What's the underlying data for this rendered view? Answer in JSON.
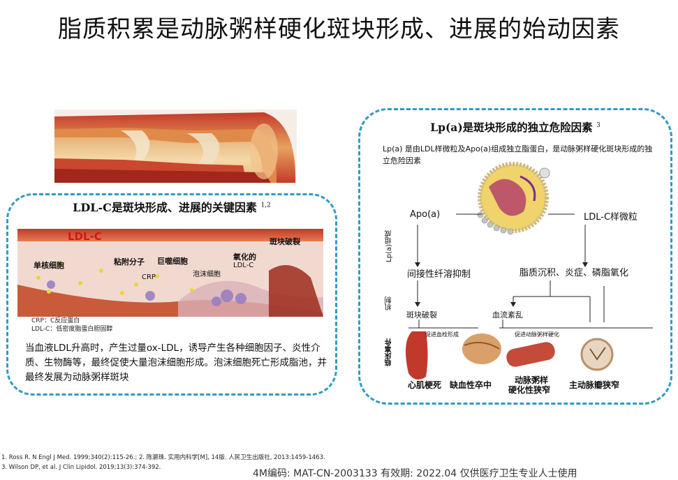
{
  "title": "脂质积累是动脉粥样硬化斑块形成、进展的始动因素",
  "left_panel": {
    "title": "LDL-C是斑块形成、进展的关键因素",
    "title_sup": "1,2",
    "labels": {
      "ldl_c": "LDL-C",
      "monocyte": "单核细胞",
      "adhesion": "粘附分子",
      "macrophage": "巨噬细胞",
      "oxidized": "氧化的",
      "oxidized_ldl": "LDL-C",
      "rupture": "斑块破裂",
      "crp": "CRP",
      "foam_cell": "泡沫细胞"
    },
    "legend": [
      "CRP：C反应蛋白",
      "LDL-C：低密度脂蛋白胆固醇"
    ],
    "description": "当血液LDL升高时，产生过量ox-LDL，诱导产生各种细胞因子、炎性介质、生物酶等，最终促使大量泡沫细胞形成。泡沫细胞死亡形成脂池，并最终发展为动脉粥样斑块"
  },
  "right_panel": {
    "title": "Lp(a)是斑块形成的独立危险因素",
    "title_sup": "3",
    "description": "Lp(a) 是由LDL样微粒及Apo(a)组成独立脂蛋白，是动脉粥样硬化斑块形成的独立危险因素",
    "flow": {
      "apo": "Apo(a)",
      "ldl_like": "LDL-C样微粒",
      "fibrinolysis": "间接性纤溶抑制",
      "lipid": "脂质沉积、炎症、磷脂氧化",
      "plaque_rupture": "斑块破裂",
      "blood_flow": "血流紊乱",
      "promote_thrombus": "促进血栓形成",
      "promote_as": "促进动脉粥样硬化",
      "mi": "心肌梗死",
      "stroke": "缺血性卒中",
      "stenosis_l1": "动脉粥样",
      "stenosis_l2": "硬化性狭窄",
      "aortic": "主动脉瓣狭窄",
      "side_composition": "Lp(a)组成",
      "side_mechanism": "机制",
      "side_events": "临床事件"
    }
  },
  "references": [
    "1. Ross R. N Engl J Med. 1999;340(2):115-26.; 2. 陈灏珠. 实用内科学[M], 14版. 人民卫生出版社, 2013:1459-1463.",
    "3. Wilson DP, et al. J Clin Lipidol. 2019;13(3):374-392."
  ],
  "footer": "4M编码:    MAT-CN-2003133   有效期:  2022.04   仅供医疗卫生专业人士使用",
  "colors": {
    "dash_border": "#2e9bc2",
    "ldl_red": "#d01818",
    "artery_red": "#b8261c"
  }
}
